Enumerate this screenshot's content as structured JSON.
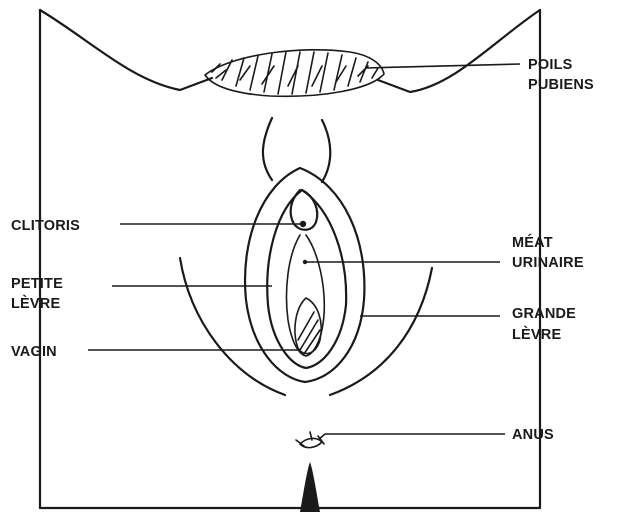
{
  "labels": {
    "poils_1": "POILS",
    "poils_2": "PUBIENS",
    "clitoris": "CLITORIS",
    "meat_1": "MÉAT",
    "meat_2": "URINAIRE",
    "petite_1": "PETITE",
    "petite_2": "LÈVRE",
    "grande_1": "GRANDE",
    "grande_2": "LÈVRE",
    "vagin": "VAGIN",
    "anus": "ANUS"
  },
  "colors": {
    "ink": "#1a1a1a",
    "background": "#ffffff"
  }
}
